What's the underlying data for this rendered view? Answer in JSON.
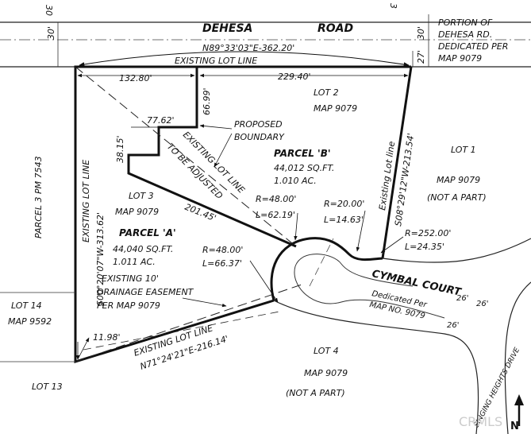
{
  "road": {
    "name": "DEHESA",
    "suffix": "ROAD",
    "portion_lines": [
      "PORTION OF",
      "DEHESA RD.",
      "DEDICATED PER",
      "MAP 9079"
    ],
    "width_left": "30'",
    "width_right": "30'",
    "width_right_lower": "27'",
    "corner_top_left": "30",
    "corner_top_right": "3"
  },
  "bearings": {
    "north_line": "N89°33'03\"E-362.20'",
    "west_line": "S00°20'07\"W-313.62'",
    "east_line": "S08°29'12\"W-213.54'",
    "south_line": "N71°24'21\"E-216.14'"
  },
  "dimensions": {
    "d132": "132.80'",
    "d229": "229.40'",
    "d77": "77.62'",
    "d66": "66.99'",
    "d38": "38.15'",
    "d201": "201.45'",
    "d11": "11.98'"
  },
  "curves": {
    "c1_r": "R=48.00'",
    "c1_l": "L=62.19'",
    "c2_r": "R=20.00'",
    "c2_l": "L=14.63'",
    "c3_r": "R=252.00'",
    "c3_l": "L=24.35'",
    "c4_r": "R=48.00'",
    "c4_l": "L=66.37'"
  },
  "labels": {
    "existing_lot_line": "EXISTING LOT LINE",
    "existing_lot_line_south": "EXISTING LOT LINE",
    "existing_lot_line_west": "EXISTING LOT LINE",
    "existing_lot_line_east": "Existing Lot line",
    "proposed_boundary_1": "PROPOSED",
    "proposed_boundary_2": "BOUNDARY",
    "diag_1": "EXISTING LOT LINE",
    "diag_2": "TO BE ADJUSTED",
    "parcel_b": "PARCEL 'B'",
    "parcel_b_area": "44,012 SQ.FT.",
    "parcel_b_ac": "1.010 AC.",
    "parcel_a": "PARCEL 'A'",
    "parcel_a_area": "44,040 SQ.FT.",
    "parcel_a_ac": "1.011 AC.",
    "lot2": "LOT 2",
    "lot2_map": "MAP 9079",
    "lot1": "LOT 1",
    "lot1_map": "MAP 9079",
    "lot1_nap": "(NOT A PART)",
    "lot3": "LOT 3",
    "lot3_map": "MAP 9079",
    "lot4": "LOT 4",
    "lot4_map": "MAP 9079",
    "lot4_nap": "(NOT A PART)",
    "lot14": "LOT 14",
    "lot14_map": "MAP 9592",
    "lot13": "LOT 13",
    "parcel3": "PARCEL 3 PM 7543",
    "easement_1": "EXISTING 10'",
    "easement_2": "DRAINAGE EASEMENT",
    "easement_3": "PER MAP 9079",
    "cymbal_court": "CYMBAL COURT",
    "dedicated_1": "Dedicated Per",
    "dedicated_2": "MAP NO. 9079",
    "street_w1": "26'",
    "street_w2": "26'",
    "street_w3": "26'",
    "singing_heights": "SINGING HEIGHTS DRIVE",
    "north": "N",
    "watermark": "CRMLS"
  }
}
